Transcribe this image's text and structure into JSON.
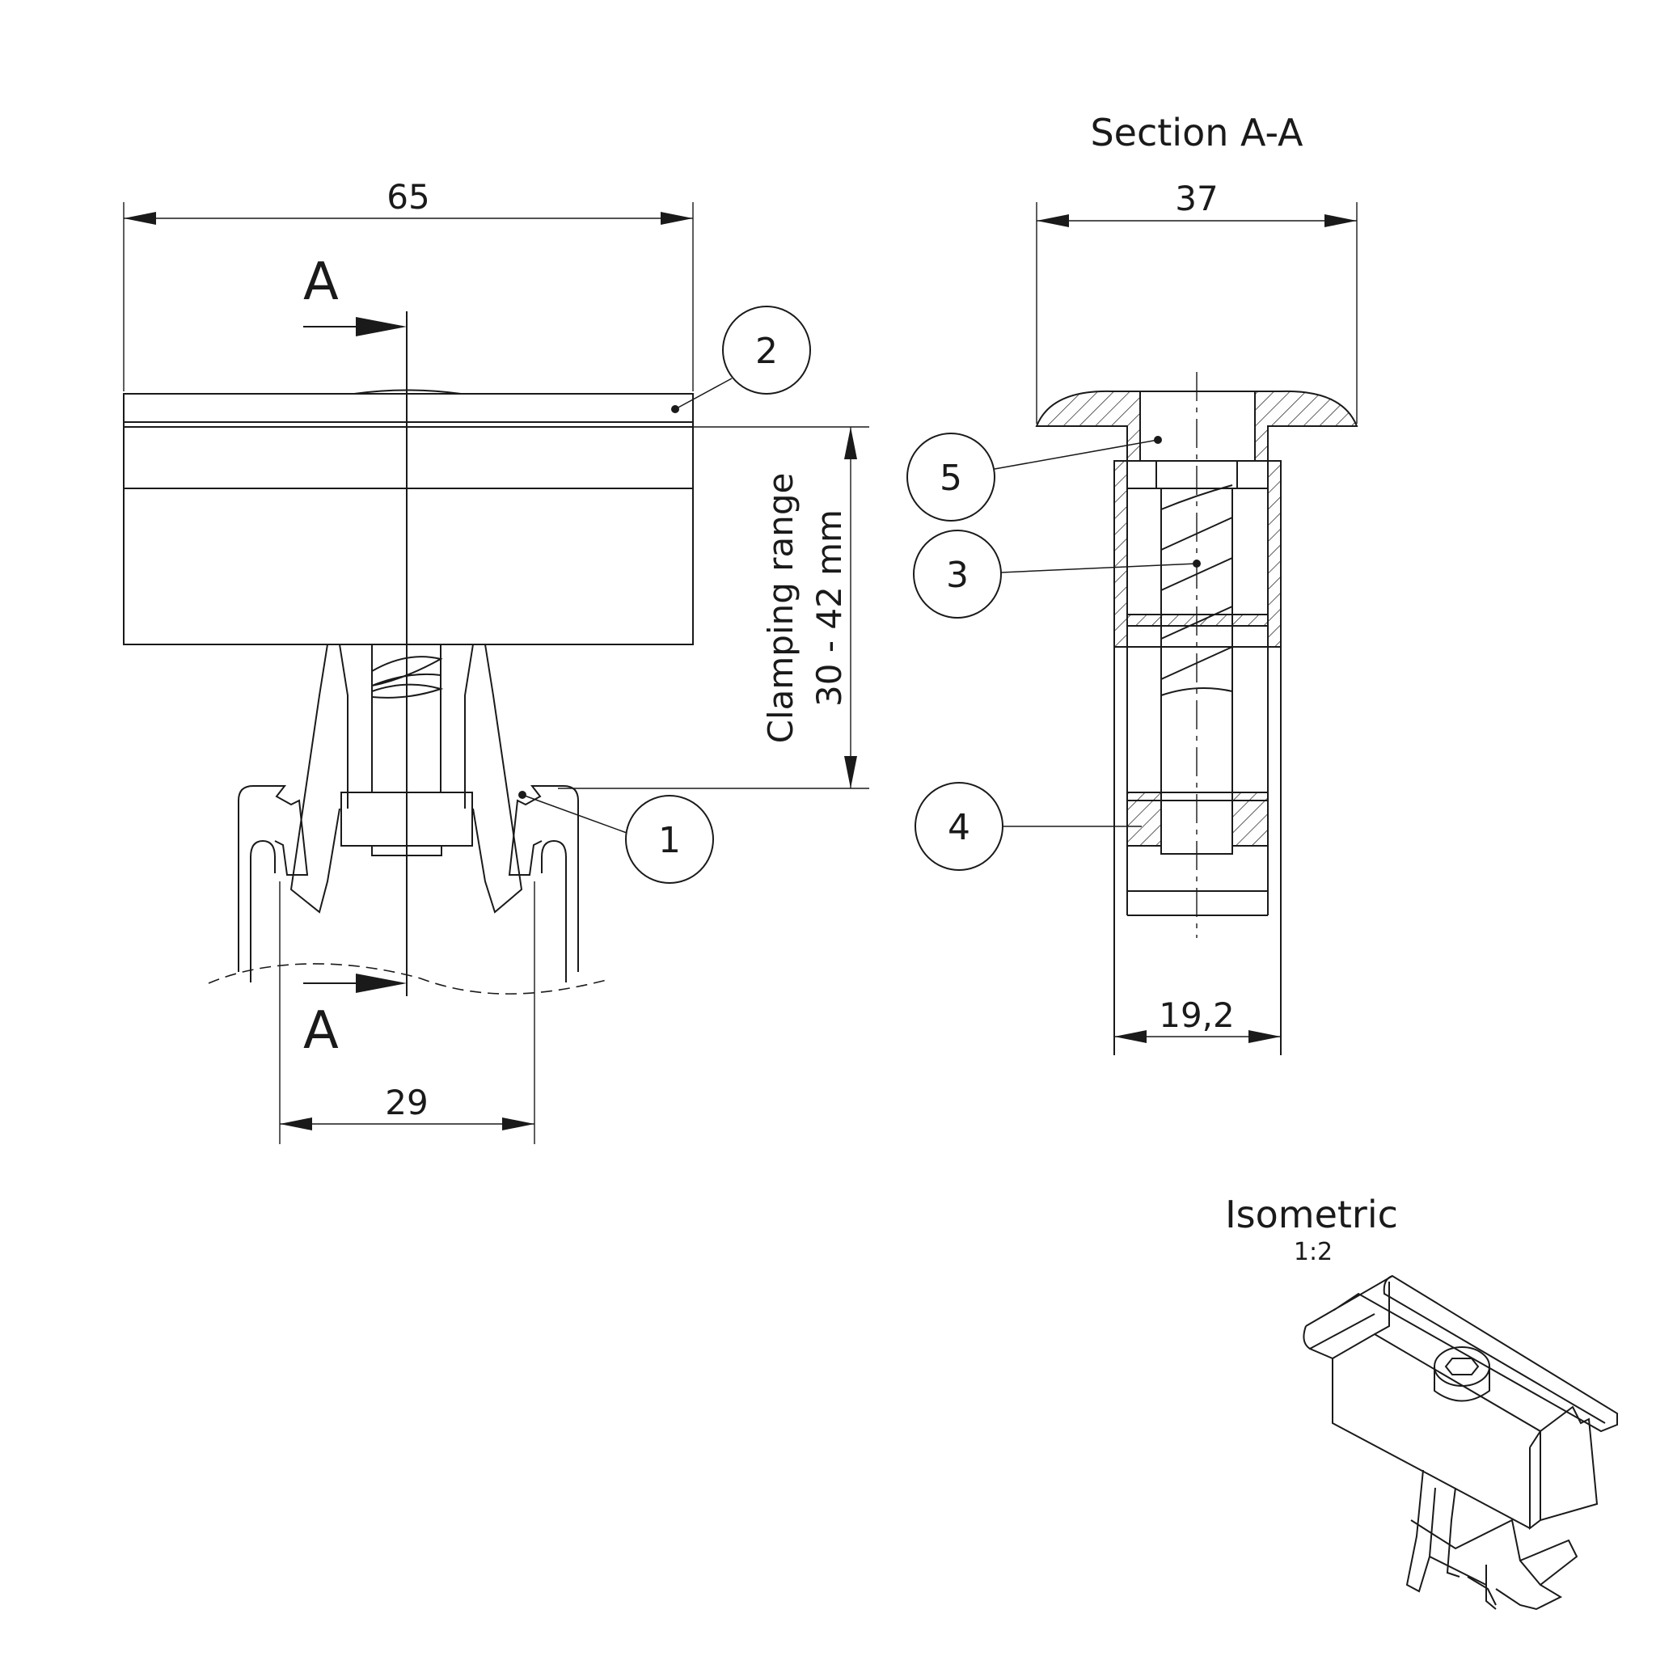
{
  "section_title": "Section A-A",
  "section_marks": {
    "top": "A",
    "bottom": "A"
  },
  "dimensions": {
    "width_overall": "65",
    "width_section": "37",
    "width_base": "29",
    "width_section_lower": "19,2",
    "clamping_label_line1": "Clamping range",
    "clamping_label_line2": "30 - 42 mm"
  },
  "balloons": [
    "1",
    "2",
    "3",
    "4",
    "5"
  ],
  "isometric": {
    "title": "Isometric",
    "scale": "1:2"
  }
}
